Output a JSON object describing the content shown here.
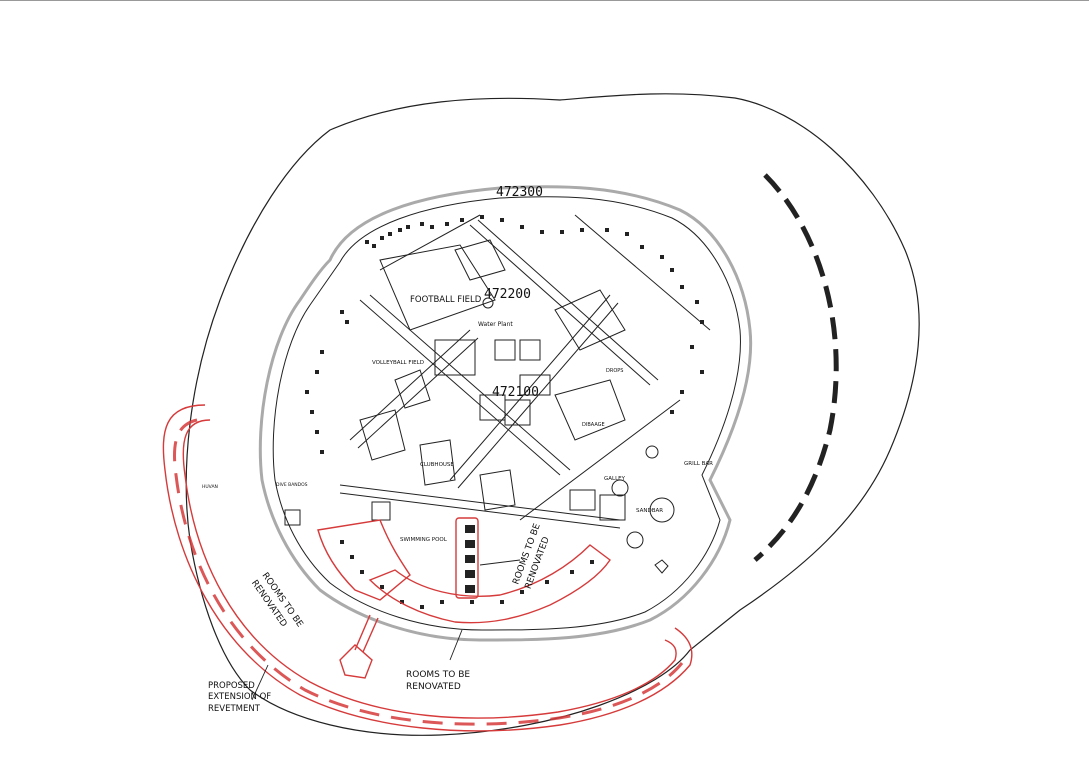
{
  "map": {
    "coordinates": [
      "472300",
      "472200",
      "472100"
    ],
    "labels": {
      "football_field": "FOOTBALL FIELD",
      "water_plant": "Water Plant",
      "volleyball_field": "VOLLEYBALL FIELD",
      "clubhouse": "CLUBHOUSE",
      "swimming_pool": "SWIMMING POOL",
      "galley": "GALLEY",
      "sandbar": "SANDBAR",
      "grill_bar": "GRILL BAR",
      "dive_bandos": "DIVE BANDOS",
      "drops": "DROPS",
      "dibaage": "DIBAAGE",
      "huvan": "HUVAN"
    },
    "annotations": {
      "rooms_left": [
        "ROOMS TO BE",
        "RENOVATED"
      ],
      "rooms_mid": [
        "ROOMS TO BE",
        "RENOVATED"
      ],
      "rooms_bottom": [
        "ROOMS TO BE",
        "RENOVATED"
      ],
      "revetment": [
        "PROPOSED",
        "EXTENSION OF",
        "REVETMENT"
      ]
    },
    "colors": {
      "outline": "#222222",
      "highlight": "#d63a3a",
      "background": "#ffffff"
    }
  }
}
